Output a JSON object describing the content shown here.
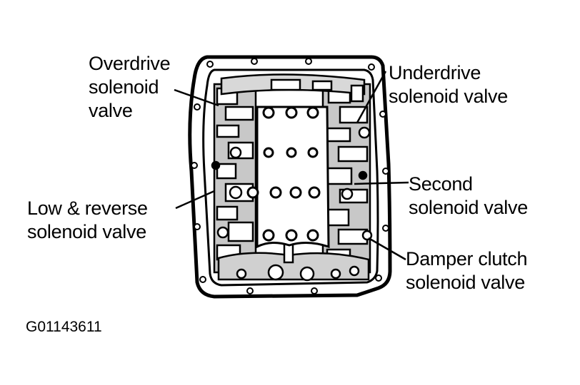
{
  "labels": {
    "overdrive": [
      "Overdrive",
      "solenoid",
      "valve"
    ],
    "underdrive": [
      "Underdrive",
      "solenoid valve"
    ],
    "second": [
      "Second",
      "solenoid valve"
    ],
    "low_reverse": [
      "Low & reverse",
      "solenoid valve"
    ],
    "damper": [
      "Damper clutch",
      "solenoid valve"
    ]
  },
  "figure_id": "G01143611"
}
